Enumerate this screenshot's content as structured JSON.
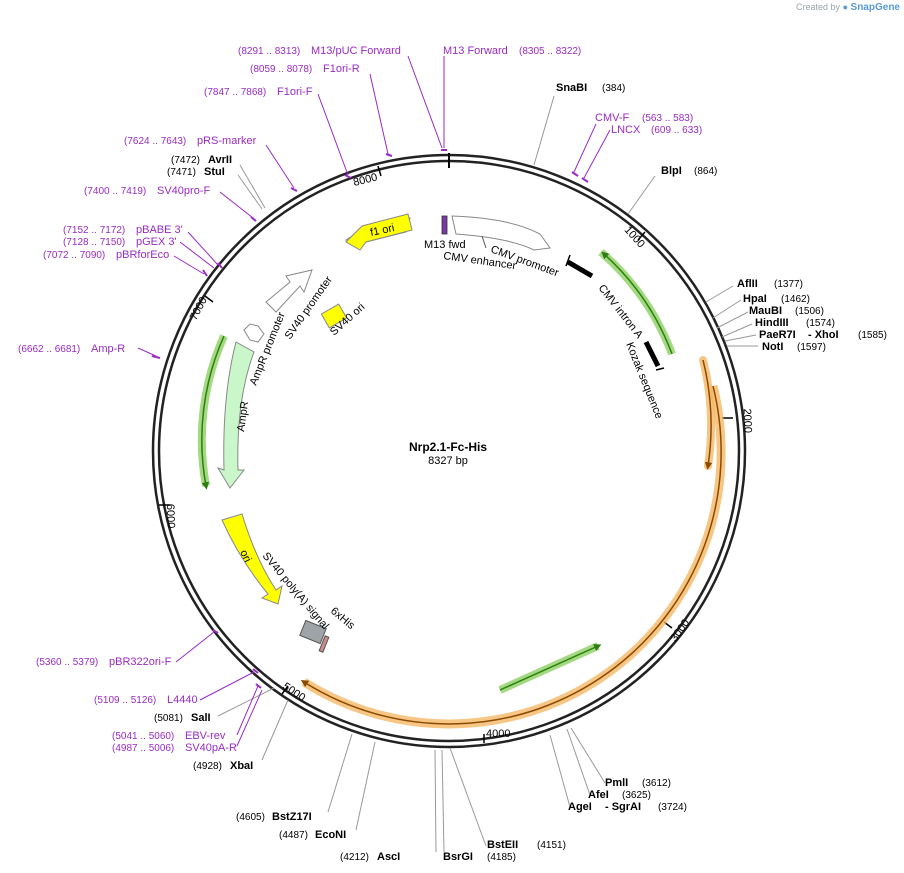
{
  "credit": {
    "prefix": "Created by",
    "brand": "SnapGene"
  },
  "plasmid": {
    "name": "Nrp2.1-Fc-His",
    "size_label": "8327 bp"
  },
  "colors": {
    "primer": "#9a2bc4",
    "orange_feature": "#f4b35c",
    "green_feature": "#7cc94a",
    "ampr_fill": "#c9f7c9",
    "ori_fill": "#ffff00"
  },
  "ticks": [
    "1000",
    "2000",
    "3000",
    "4000",
    "5000",
    "6000",
    "7000",
    "8000"
  ],
  "enzymes": [
    {
      "name": "SnaBI",
      "pos": "(384)"
    },
    {
      "name": "BlpI",
      "pos": "(864)"
    },
    {
      "name": "AflII",
      "pos": "(1377)"
    },
    {
      "name": "HpaI",
      "pos": "(1462)"
    },
    {
      "name": "MauBI",
      "pos": "(1506)"
    },
    {
      "name": "HindIII",
      "pos": "(1574)"
    },
    {
      "name": "PaeR7I",
      "pos": "(1585)",
      "extra": "- XhoI"
    },
    {
      "name": "NotI",
      "pos": "(1597)"
    },
    {
      "name": "PmlI",
      "pos": "(3612)"
    },
    {
      "name": "AfeI",
      "pos": "(3625)"
    },
    {
      "name": "AgeI",
      "pos": "(3724)",
      "extra": "- SgrAI"
    },
    {
      "name": "BstEII",
      "pos": "(4151)"
    },
    {
      "name": "BsrGI",
      "pos": "(4185)"
    },
    {
      "name": "AscI",
      "pos": "(4212)"
    },
    {
      "name": "EcoNI",
      "pos": "(4487)"
    },
    {
      "name": "BstZ17I",
      "pos": "(4605)"
    },
    {
      "name": "XbaI",
      "pos": "(4928)"
    },
    {
      "name": "SalI",
      "pos": "(5081)"
    },
    {
      "name": "StuI",
      "pos": "(7471)"
    },
    {
      "name": "AvrII",
      "pos": "(7472)"
    }
  ],
  "primers": [
    {
      "name": "M13/pUC Forward",
      "pos": "(8291 .. 8313)"
    },
    {
      "name": "M13 Forward",
      "pos": "(8305 .. 8322)"
    },
    {
      "name": "F1ori-R",
      "pos": "(8059 .. 8078)"
    },
    {
      "name": "F1ori-F",
      "pos": "(7847 .. 7868)"
    },
    {
      "name": "pRS-marker",
      "pos": "(7624 .. 7643)"
    },
    {
      "name": "SV40pro-F",
      "pos": "(7400 .. 7419)"
    },
    {
      "name": "pBABE 3'",
      "pos": "(7152 .. 7172)"
    },
    {
      "name": "pGEX 3'",
      "pos": "(7128 .. 7150)"
    },
    {
      "name": "pBRforEco",
      "pos": "(7072 .. 7090)"
    },
    {
      "name": "Amp-R",
      "pos": "(6662 .. 6681)"
    },
    {
      "name": "pBR322ori-F",
      "pos": "(5360 .. 5379)"
    },
    {
      "name": "L4440",
      "pos": "(5109 .. 5126)"
    },
    {
      "name": "EBV-rev",
      "pos": "(5041 .. 5060)"
    },
    {
      "name": "SV40pA-R",
      "pos": "(4987 .. 5006)"
    },
    {
      "name": "CMV-F",
      "pos": "(563 .. 583)"
    },
    {
      "name": "LNCX",
      "pos": "(609 .. 633)"
    }
  ],
  "features": {
    "f1_ori": "f1 ori",
    "m13_fwd": "M13 fwd",
    "cmv_enhancer": "CMV enhancer",
    "cmv_promoter": "CMV promoter",
    "cmv_intron": "CMV intron A",
    "kozak": "Kozak sequence",
    "sv40_promoter": "SV40 promoter",
    "sv40_ori": "SV40 ori",
    "ampr_promoter": "AmpR promoter",
    "ampr": "AmpR",
    "ori": "ori",
    "sv40_polya": "SV40 poly(A) signal",
    "his6": "6xHis"
  }
}
